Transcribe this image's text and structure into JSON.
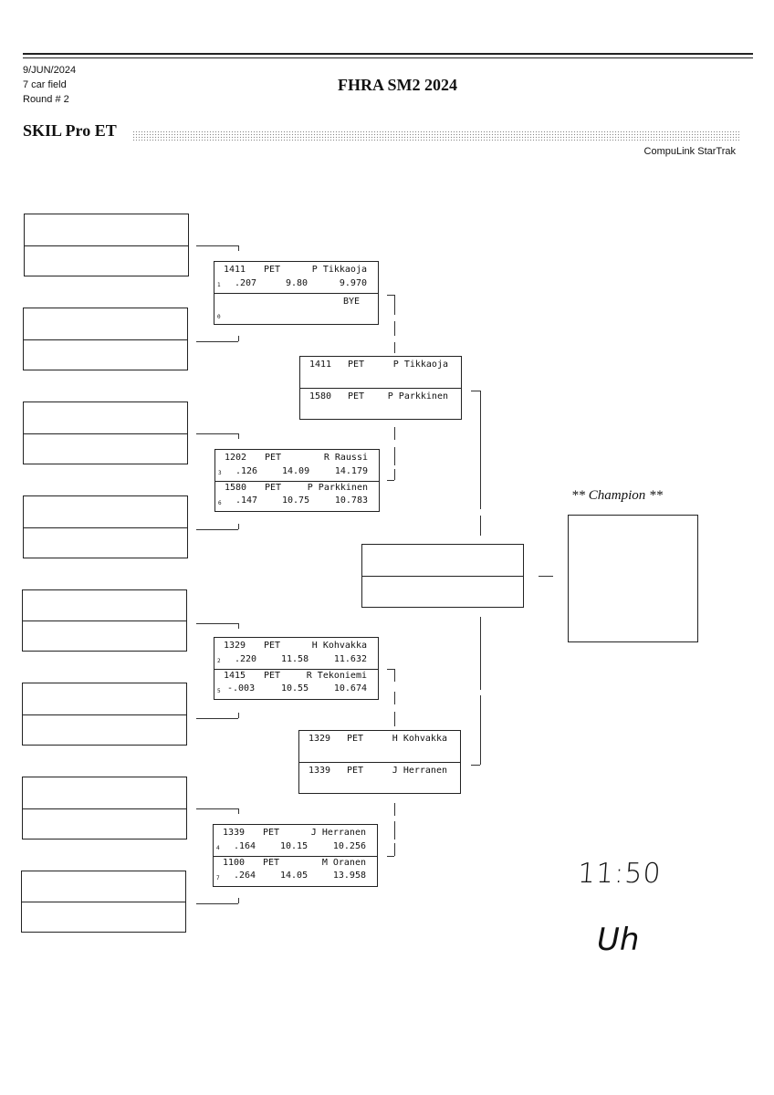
{
  "header": {
    "date": "9/JUN/2024",
    "field": "7 car field",
    "round": "Round # 2",
    "event_title": "FHRA SM2 2024",
    "class_name": "SKIL Pro ET",
    "brand": "CompuLink StarTrak"
  },
  "round2": [
    {
      "top": {
        "car": "1411",
        "cls": "PET",
        "driver": "P Tikkaoja",
        "lane": "1",
        "rt": ".207",
        "dial": "9.80",
        "et": "9.970"
      },
      "bottom": {
        "car": "",
        "cls": "",
        "driver": "BYE",
        "lane": "0",
        "rt": "",
        "dial": "",
        "et": ""
      }
    },
    {
      "top": {
        "car": "1202",
        "cls": "PET",
        "driver": "R Raussi",
        "lane": "3",
        "rt": ".126",
        "dial": "14.09",
        "et": "14.179"
      },
      "bottom": {
        "car": "1580",
        "cls": "PET",
        "driver": "P Parkkinen",
        "lane": "6",
        "rt": ".147",
        "dial": "10.75",
        "et": "10.783"
      }
    },
    {
      "top": {
        "car": "1329",
        "cls": "PET",
        "driver": "H Kohvakka",
        "lane": "2",
        "rt": ".220",
        "dial": "11.58",
        "et": "11.632"
      },
      "bottom": {
        "car": "1415",
        "cls": "PET",
        "driver": "R Tekoniemi",
        "lane": "5",
        "rt": "-.003",
        "dial": "10.55",
        "et": "10.674"
      }
    },
    {
      "top": {
        "car": "1339",
        "cls": "PET",
        "driver": "J Herranen",
        "lane": "4",
        "rt": ".164",
        "dial": "10.15",
        "et": "10.256"
      },
      "bottom": {
        "car": "1100",
        "cls": "PET",
        "driver": "M Oranen",
        "lane": "7",
        "rt": ".264",
        "dial": "14.05",
        "et": "13.958"
      }
    }
  ],
  "round3": [
    {
      "top": {
        "car": "1411",
        "cls": "PET",
        "driver": "P Tikkaoja"
      },
      "bottom": {
        "car": "1580",
        "cls": "PET",
        "driver": "P Parkkinen"
      }
    },
    {
      "top": {
        "car": "1329",
        "cls": "PET",
        "driver": "H Kohvakka"
      },
      "bottom": {
        "car": "1339",
        "cls": "PET",
        "driver": "J Herranen"
      }
    }
  ],
  "champion_label": "** Champion **",
  "handwriting": {
    "time": "11:50",
    "initials": "Uh"
  }
}
